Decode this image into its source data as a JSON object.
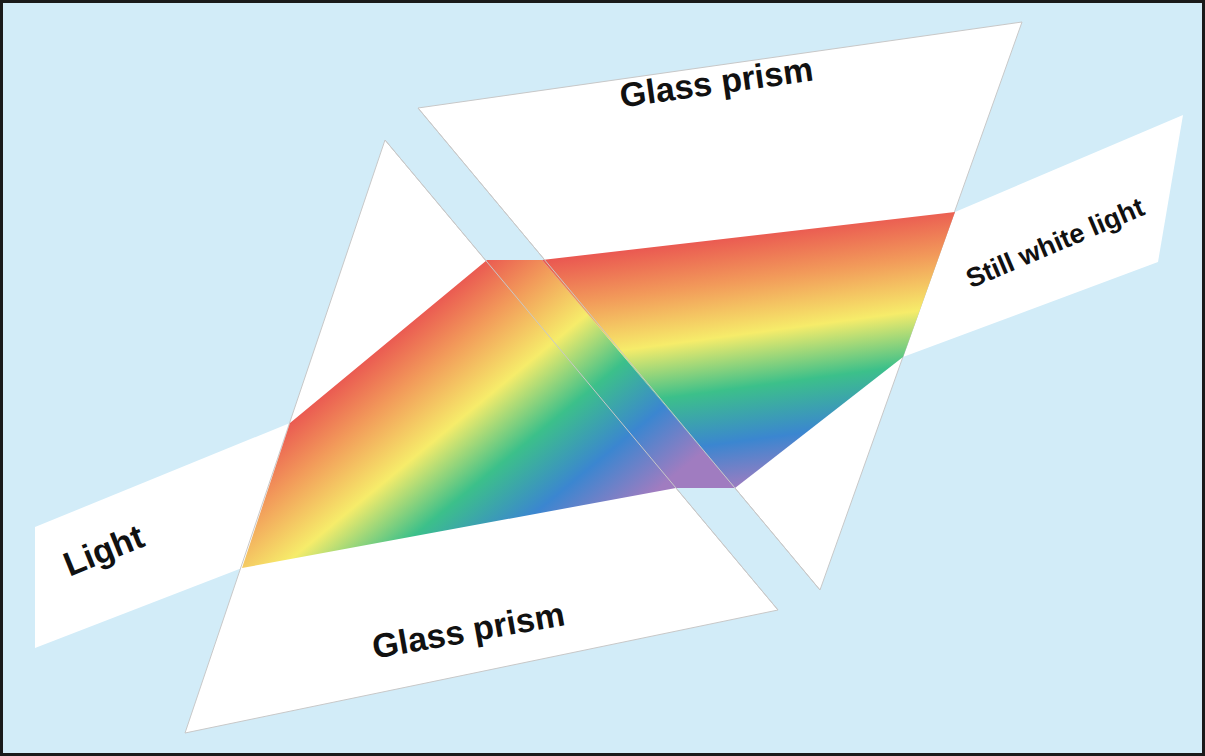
{
  "diagram": {
    "labels": [
      "Glass prism",
      "Still white light",
      "Light",
      "Glass prism"
    ]
  }
}
